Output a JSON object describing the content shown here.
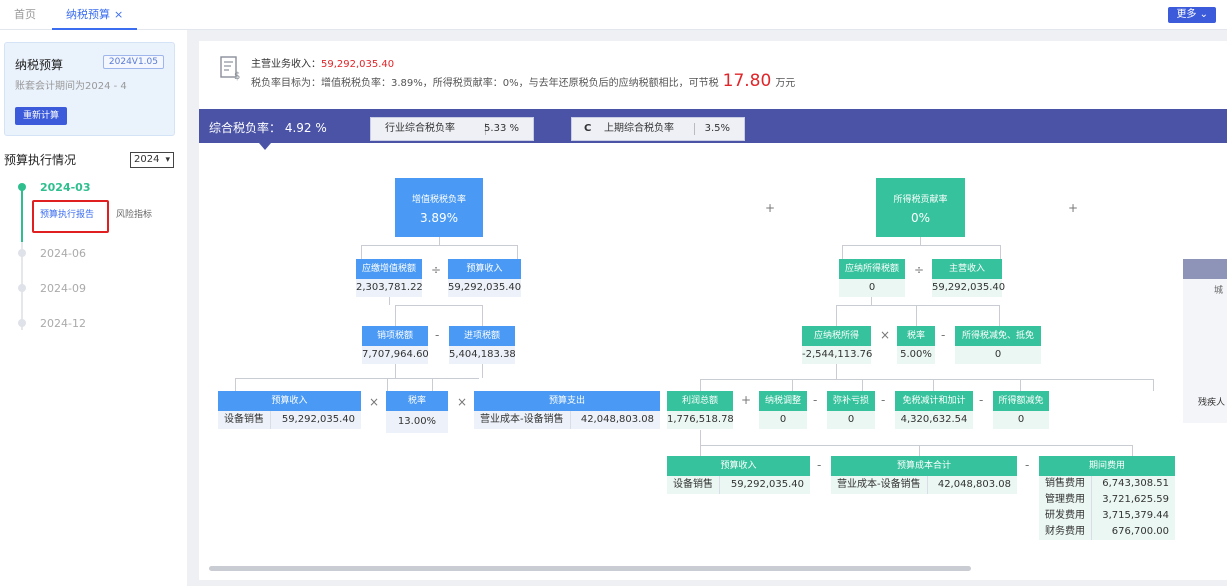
{
  "tabs": {
    "home": "首页",
    "budget": "纳税预算",
    "close": "×"
  },
  "more_btn": "更多 ⌄",
  "card": {
    "title": "纳税预算",
    "version": "2024V1.05",
    "subtitle": "账套会计期间为2024 - 4",
    "recalc": "重新计算"
  },
  "exec": {
    "title": "预算执行情况",
    "year": "2024",
    "arrow": "▾"
  },
  "timeline": [
    {
      "label": "2024-03",
      "active": true
    },
    {
      "label": "2024-06"
    },
    {
      "label": "2024-09"
    },
    {
      "label": "2024-12"
    }
  ],
  "subtabs": {
    "report": "预算执行报告",
    "risk": "风险指标"
  },
  "summary": {
    "revenue_label": "主营业务收入：",
    "revenue_value": "59,292,035.40",
    "target_text": "税负率目标为：增值税税负率：3.89%，所得税贡献率：0%，与去年还原税负后的应纳税额相比，可节税",
    "saving": "17.80",
    "unit": "万元"
  },
  "band": {
    "main": "综合税负率： 4.92 %",
    "pill1_label": "行业综合税负率",
    "pill1_value": "5.33 %",
    "pill2_icon": "C",
    "pill2_label": "上期综合税负率",
    "pill2_value": "3.5%"
  },
  "vat": {
    "title": "增值税税负率",
    "pct": "3.89%",
    "payable": {
      "label": "应缴增值税额",
      "value": "2,303,781.22"
    },
    "revenue": {
      "label": "预算收入",
      "value": "59,292,035.40"
    },
    "output": {
      "label": "销项税额",
      "value": "7,707,964.60"
    },
    "input": {
      "label": "进项税额",
      "value": "5,404,183.38"
    },
    "b_rev": {
      "label": "预算收入",
      "k": "设备销售",
      "v": "59,292,035.40"
    },
    "rate": {
      "label": "税率",
      "value": "13.00%"
    },
    "b_exp": {
      "label": "预算支出",
      "k": "营业成本-设备销售",
      "v": "42,048,803.08"
    }
  },
  "cit": {
    "title": "所得税贡献率",
    "pct": "0%",
    "payable": {
      "label": "应纳所得税额",
      "value": "0"
    },
    "revenue": {
      "label": "主营收入",
      "value": "59,292,035.40"
    },
    "taxable": {
      "label": "应纳税所得",
      "value": "-2,544,113.76"
    },
    "rate": {
      "label": "税率",
      "value": "5.00%"
    },
    "relief": {
      "label": "所得税减免、抵免",
      "value": "0"
    },
    "profit": {
      "label": "利润总额",
      "value": "1,776,518.78"
    },
    "adjust": {
      "label": "纳税调整",
      "value": "0"
    },
    "loss": {
      "label": "弥补亏损",
      "value": "0"
    },
    "deduct": {
      "label": "免税减计和加计",
      "value": "4,320,632.54"
    },
    "income_reduce": {
      "label": "所得额减免",
      "value": "0"
    },
    "b_rev": {
      "label": "预算收入",
      "k": "设备销售",
      "v": "59,292,035.40"
    },
    "b_cost": {
      "label": "预算成本合计",
      "k": "营业成本-设备销售",
      "v": "42,048,803.08"
    },
    "b_period": {
      "label": "期间费用",
      "rows": [
        {
          "k": "销售费用",
          "v": "6,743,308.51"
        },
        {
          "k": "管理费用",
          "v": "3,721,625.59"
        },
        {
          "k": "研发费用",
          "v": "3,715,379.44"
        },
        {
          "k": "财务费用",
          "v": "676,700.00"
        }
      ]
    }
  },
  "ops": {
    "plus": "+",
    "minus": "-",
    "times": "×",
    "div": "÷"
  },
  "right_cut": {
    "a": "城",
    "b": "残疾人"
  }
}
